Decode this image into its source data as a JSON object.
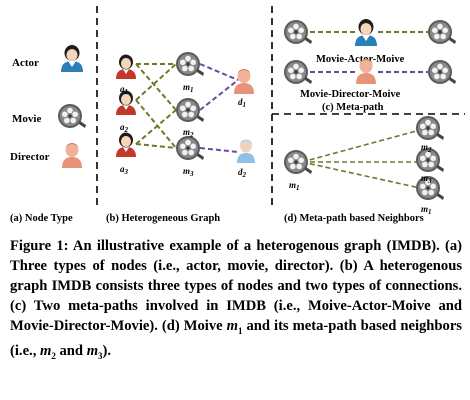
{
  "node_types": {
    "actor": "Actor",
    "movie": "Movie",
    "director": "Director",
    "caption": "(a) Node Type"
  },
  "hetero_graph": {
    "caption": "(b) Heterogeneous Graph",
    "actor_labels": [
      "a",
      "a",
      "a"
    ],
    "actor_subs": [
      "1",
      "2",
      "3"
    ],
    "movie_labels": [
      "m",
      "m",
      "m"
    ],
    "movie_subs": [
      "1",
      "2",
      "3"
    ],
    "director_labels": [
      "d",
      "d"
    ],
    "director_subs": [
      "1",
      "2"
    ]
  },
  "meta_path": {
    "label_1": "Movie-Actor-Moive",
    "label_2": "Movie-Director-Moive",
    "caption": "(c) Meta-path"
  },
  "neighbors": {
    "center_label": "m",
    "center_sub": "1",
    "neighbor_labels": [
      "m",
      "m",
      "m"
    ],
    "neighbor_subs": [
      "2",
      "3",
      "1"
    ],
    "caption": "(d) Meta-path based Neighbors"
  },
  "caption": {
    "part1": "Figure 1: An illustrative example of a heterogenous graph (IMDB). (a) Three types of nodes (i.e., actor, movie, director). (b) A heterogenous graph IMDB consists three types of nodes and two types of connections. (c) Two meta-paths involved in IMDB (i.e., Moive-Actor-Moive and Movie-Director-Movie). (d) Moive ",
    "m1_base": "m",
    "m1_sub": "1",
    "part2": " and its meta-path based neighbors (i.e., ",
    "m2_base": "m",
    "m2_sub": "2",
    "part3": " and ",
    "m3_base": "m",
    "m3_sub": "3",
    "part4": ")."
  },
  "colors": {
    "actor_edge": "#6b7a2a",
    "director_edge": "#6a4a9c",
    "neighbor_edge": "#6b7a2a",
    "actor_shirt": "#2a7fb8",
    "director_skin": "#e8927a",
    "director_blue": "#8fc1e6",
    "film_reel": "#4a4a4a"
  }
}
